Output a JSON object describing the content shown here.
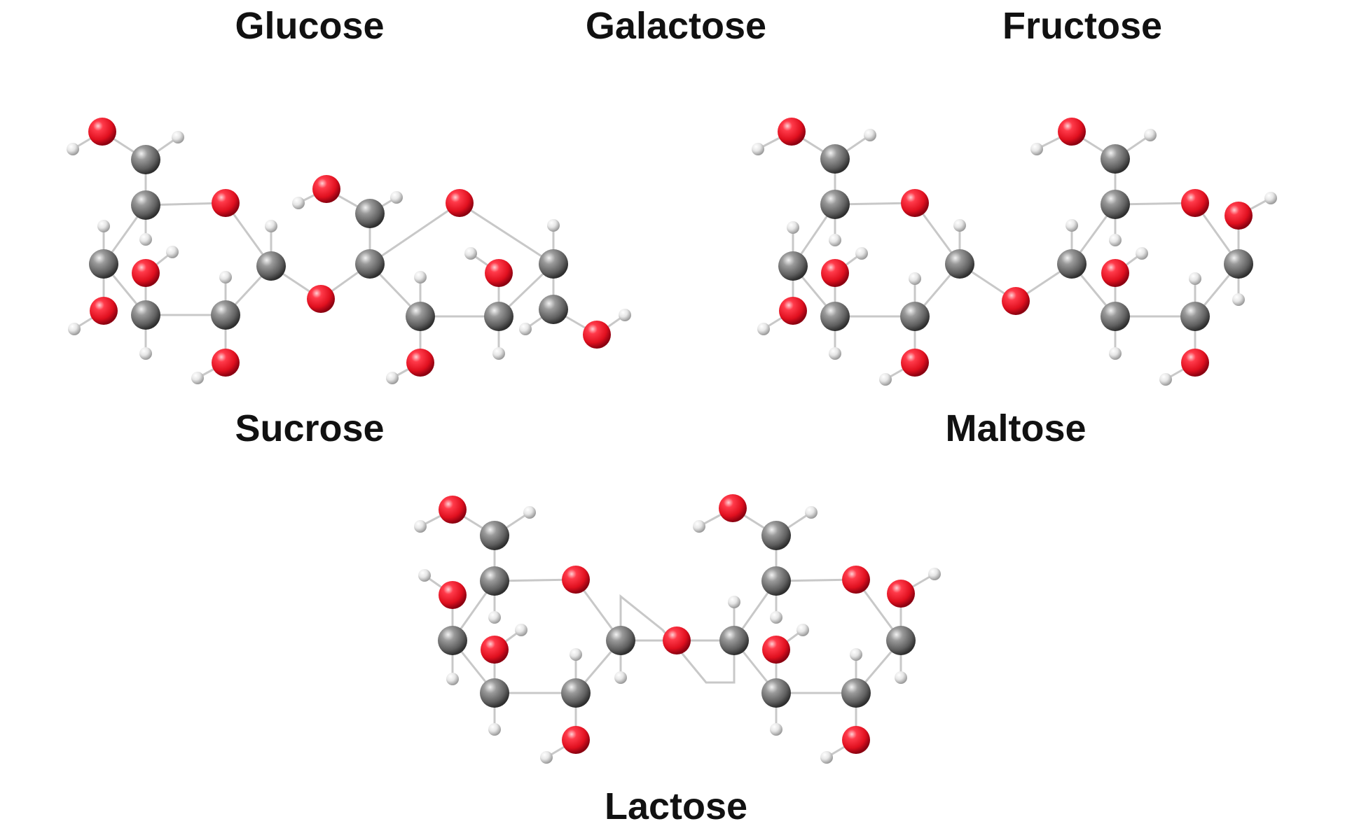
{
  "labels": {
    "glucose": "Glucose",
    "galactose": "Galactose",
    "fructose": "Fructose",
    "sucrose": "Sucrose",
    "maltose": "Maltose",
    "lactose": "Lactose"
  },
  "colors": {
    "oxygen": "#e8182c",
    "carbon": "#707070",
    "hydrogen": "#e4e4e4",
    "bond": "#c8c8c8",
    "text": "#111111",
    "background": "#ffffff"
  },
  "atom_types": [
    "oxygen",
    "carbon",
    "hydrogen"
  ]
}
